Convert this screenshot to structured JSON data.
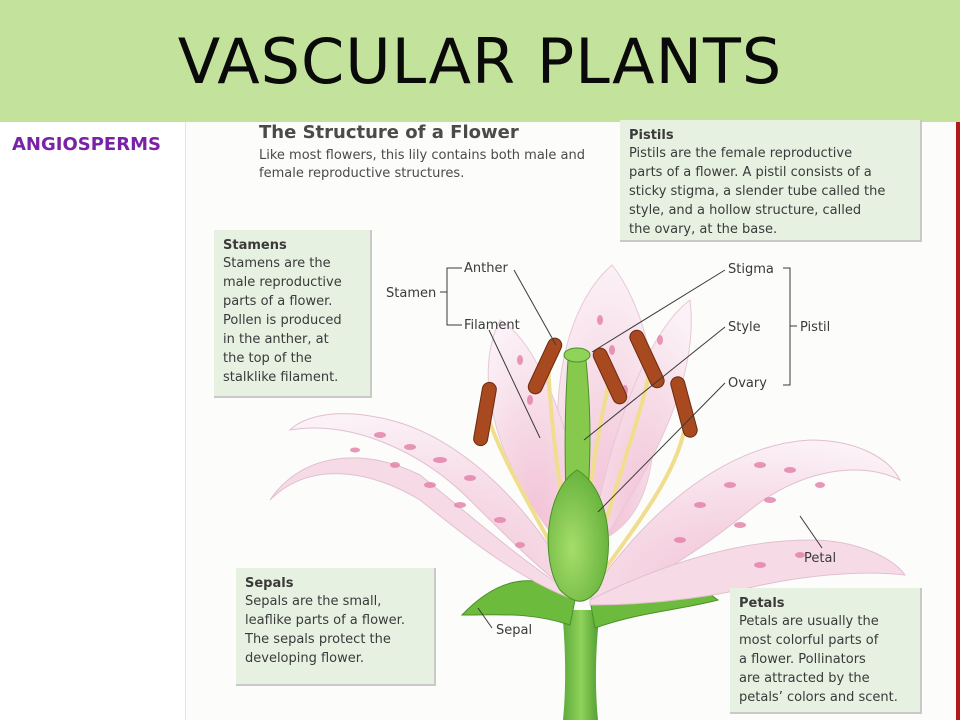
{
  "title": "VASCULAR PLANTS",
  "side_label": "ANGIOSPERMS",
  "figure": {
    "heading": "The Structure of a Flower",
    "intro": "Like most flowers, this lily contains both male and female reproductive structures.",
    "boxes": {
      "pistils": {
        "heading": "Pistils",
        "text": "Pistils are the female reproductive\nparts of a flower. A pistil consists of a\nsticky stigma, a slender tube called the\nstyle, and a hollow structure, called\nthe ovary, at the base."
      },
      "stamens": {
        "heading": "Stamens",
        "text": "Stamens are the\nmale reproductive\nparts of a flower.\nPollen is produced\nin the anther, at\nthe top of the\nstalklike filament."
      },
      "sepals": {
        "heading": "Sepals",
        "text": "Sepals are the small,\nleaflike parts of a flower.\nThe sepals protect the\ndeveloping flower."
      },
      "petals": {
        "heading": "Petals",
        "text": "Petals are usually the\nmost colorful parts of\na flower. Pollinators\nare attracted by the\npetals’ colors and scent."
      }
    },
    "labels": {
      "stamen": "Stamen",
      "anther": "Anther",
      "filament": "Filament",
      "stigma": "Stigma",
      "style": "Style",
      "pistil": "Pistil",
      "ovary": "Ovary",
      "petal": "Petal",
      "sepal": "Sepal"
    }
  },
  "colors": {
    "title_bar": "#c3e39c",
    "side_label": "#7a22a6",
    "info_box": "#e6f1e2",
    "petal_pink": "#e59ab8",
    "pistil_green": "#7cc241",
    "anther_brown": "#a8491f"
  }
}
